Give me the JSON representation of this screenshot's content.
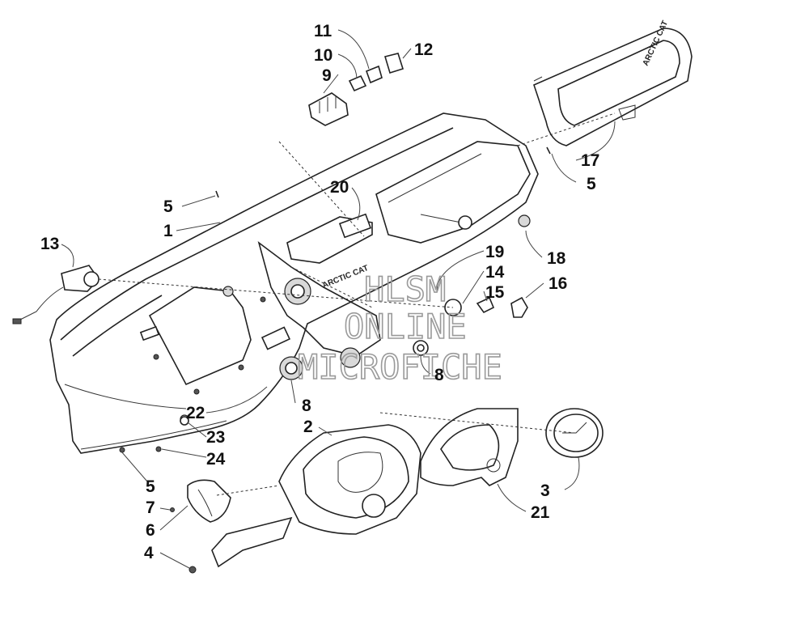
{
  "callouts": [
    {
      "id": "c-11",
      "label": "11"
    },
    {
      "id": "c-10",
      "label": "10"
    },
    {
      "id": "c-12",
      "label": "12"
    },
    {
      "id": "c-9",
      "label": "9"
    },
    {
      "id": "c-20",
      "label": "20"
    },
    {
      "id": "c-5a",
      "label": "5"
    },
    {
      "id": "c-1",
      "label": "1"
    },
    {
      "id": "c-13",
      "label": "13"
    },
    {
      "id": "c-17",
      "label": "17"
    },
    {
      "id": "c-5b",
      "label": "5"
    },
    {
      "id": "c-18",
      "label": "18"
    },
    {
      "id": "c-19",
      "label": "19"
    },
    {
      "id": "c-14",
      "label": "14"
    },
    {
      "id": "c-15",
      "label": "15"
    },
    {
      "id": "c-16",
      "label": "16"
    },
    {
      "id": "c-8a",
      "label": "8"
    },
    {
      "id": "c-8b",
      "label": "8"
    },
    {
      "id": "c-22",
      "label": "22"
    },
    {
      "id": "c-2",
      "label": "2"
    },
    {
      "id": "c-23",
      "label": "23"
    },
    {
      "id": "c-24",
      "label": "24"
    },
    {
      "id": "c-5c",
      "label": "5"
    },
    {
      "id": "c-7",
      "label": "7"
    },
    {
      "id": "c-6",
      "label": "6"
    },
    {
      "id": "c-4",
      "label": "4"
    },
    {
      "id": "c-3",
      "label": "3"
    },
    {
      "id": "c-21",
      "label": "21"
    }
  ],
  "watermark": {
    "line1": "HLSM",
    "line2": "ONLINE",
    "line3": "MICROFICHE"
  },
  "part_markings": {
    "brand": "ARCTIC CAT",
    "pad_brand": "ARCTIC CAT"
  },
  "colors": {
    "line": "#222222",
    "background": "#ffffff",
    "watermark": "#9a9a9a"
  }
}
